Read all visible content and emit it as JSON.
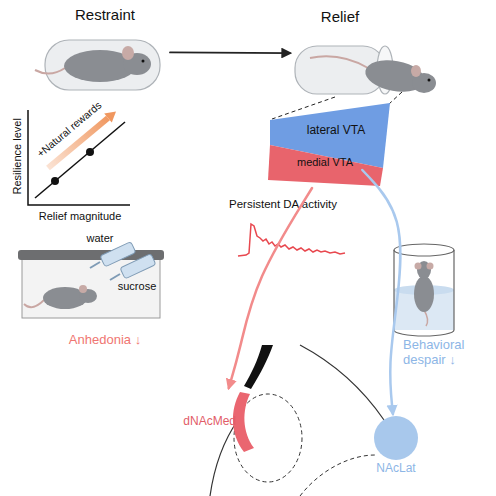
{
  "diagram": {
    "nodes": [
      {
        "text": [
          "Restraint"
        ]
      },
      {
        "text": [
          "Relief"
        ]
      },
      {
        "text": [
          "lateral VTA"
        ]
      },
      {
        "text": [
          "medial VTA"
        ]
      },
      {
        "text": [
          "dNAcMed"
        ]
      },
      {
        "text": [
          "NAcLat"
        ]
      }
    ],
    "edges": [
      {
        "from": 0,
        "to": 1,
        "arrow": "to"
      },
      {
        "from": 3,
        "to": 4,
        "arrow": "to"
      },
      {
        "from": 2,
        "to": 5,
        "arrow": "to"
      }
    ],
    "labels": [
      "Resilience level",
      "Relief magnitude",
      "+Natural rewards",
      "Persistent DA activity",
      "water",
      "sucrose",
      "Anhedonia ↓",
      "Behavioral despair ↓"
    ]
  }
}
